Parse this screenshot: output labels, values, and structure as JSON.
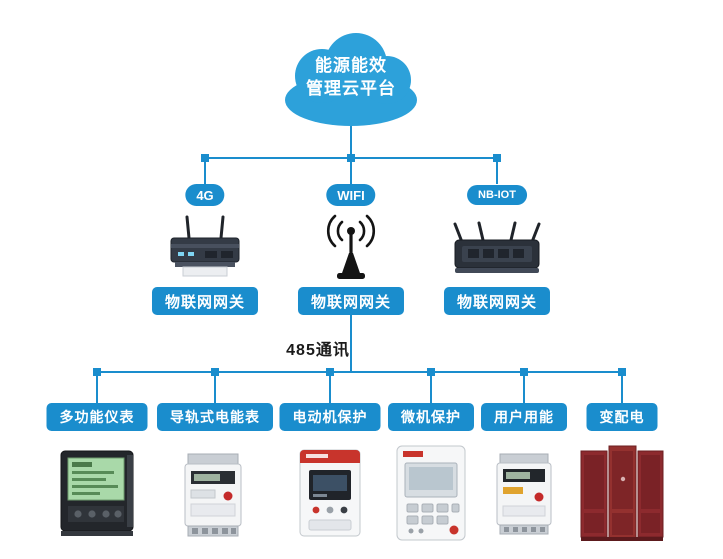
{
  "colors": {
    "primary_blue": "#1a8dcd",
    "cloud_blue": "#2da1da",
    "bus_text": "#1a1a1a",
    "cabinet_red": "#8d2a2e",
    "device_red": "#c8342c"
  },
  "cloud": {
    "line1": "能源能效",
    "line2": "管理云平台"
  },
  "gateways": [
    {
      "badge": "4G",
      "label": "物联网网关",
      "device_icon": "cellular-router-icon"
    },
    {
      "badge": "WIFI",
      "label": "物联网网关",
      "device_icon": "wifi-antenna-icon"
    },
    {
      "badge": "NB-IOT",
      "label": "物联网网关",
      "device_icon": "nbiot-router-icon"
    }
  ],
  "bus": {
    "label": "485通讯"
  },
  "devices": [
    {
      "label": "多功能仪表",
      "image_icon": "multifunction-meter-icon"
    },
    {
      "label": "导轨式电能表",
      "image_icon": "din-rail-meter-icon"
    },
    {
      "label": "电动机保护",
      "image_icon": "motor-protection-icon"
    },
    {
      "label": "微机保护",
      "image_icon": "relay-protection-icon"
    },
    {
      "label": "用户用能",
      "image_icon": "user-energy-meter-icon"
    },
    {
      "label": "变配电",
      "image_icon": "switchgear-cabinet-icon"
    }
  ]
}
